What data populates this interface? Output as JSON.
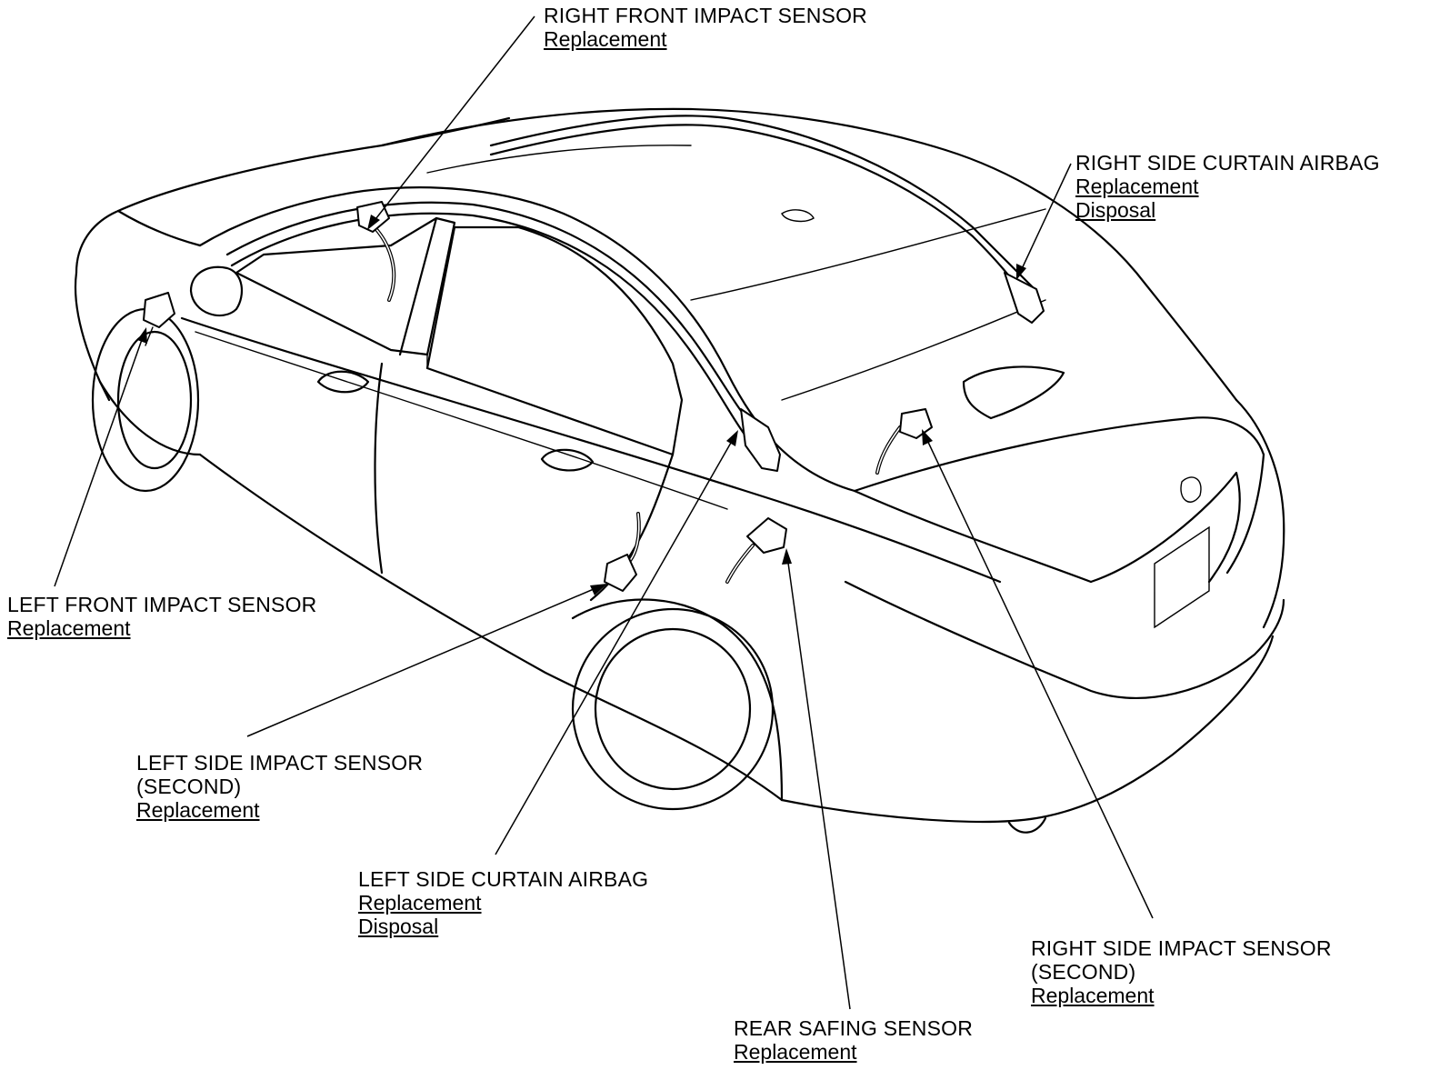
{
  "callouts": {
    "right_front_impact_sensor": {
      "title": "RIGHT FRONT IMPACT SENSOR",
      "links": [
        "Replacement"
      ]
    },
    "right_side_curtain_airbag": {
      "title": "RIGHT SIDE CURTAIN AIRBAG",
      "links": [
        "Replacement",
        "Disposal"
      ]
    },
    "left_front_impact_sensor": {
      "title": "LEFT FRONT IMPACT SENSOR",
      "links": [
        "Replacement"
      ]
    },
    "left_side_impact_sensor_second": {
      "title": "LEFT SIDE IMPACT SENSOR",
      "title_line2": "(SECOND)",
      "links": [
        "Replacement"
      ]
    },
    "left_side_curtain_airbag": {
      "title": "LEFT SIDE CURTAIN AIRBAG",
      "links": [
        "Replacement",
        "Disposal"
      ]
    },
    "right_side_impact_sensor_second": {
      "title": "RIGHT SIDE IMPACT SENSOR",
      "title_line2": "(SECOND)",
      "links": [
        "Replacement"
      ]
    },
    "rear_safing_sensor": {
      "title": "REAR SAFING SENSOR",
      "links": [
        "Replacement"
      ]
    }
  }
}
